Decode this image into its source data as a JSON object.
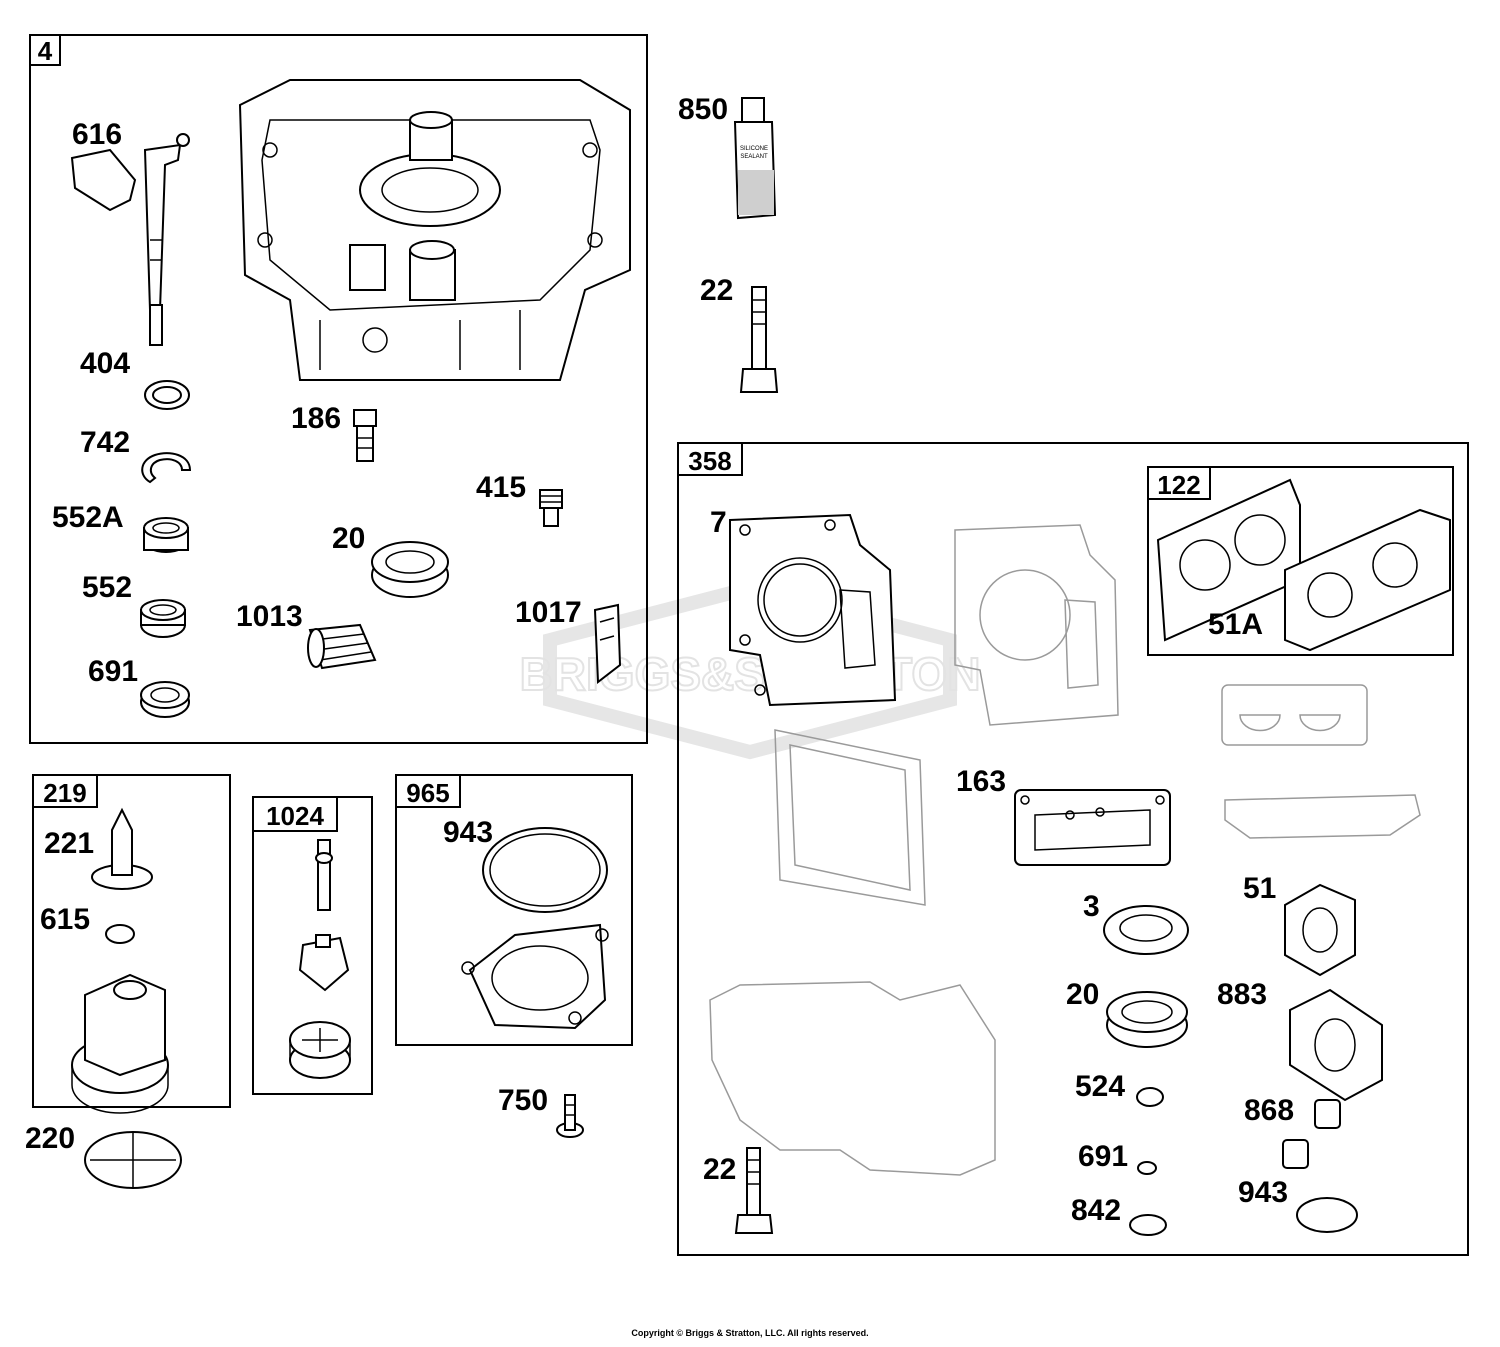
{
  "watermark": {
    "text": "BRIGGS&STRATTON"
  },
  "copyright": "Copyright © Briggs & Stratton, LLC. All rights reserved.",
  "kits": [
    {
      "id": "k4",
      "label": "4"
    },
    {
      "id": "k850",
      "label": "850"
    },
    {
      "id": "k358",
      "label": "358"
    },
    {
      "id": "k122",
      "label": "122"
    },
    {
      "id": "k219",
      "label": "219"
    },
    {
      "id": "k1024",
      "label": "1024"
    },
    {
      "id": "k965",
      "label": "965"
    }
  ],
  "callouts": [
    {
      "id": "c616",
      "label": "616"
    },
    {
      "id": "c404",
      "label": "404"
    },
    {
      "id": "c742",
      "label": "742"
    },
    {
      "id": "c552a",
      "label": "552A"
    },
    {
      "id": "c552",
      "label": "552"
    },
    {
      "id": "c691a",
      "label": "691"
    },
    {
      "id": "c186",
      "label": "186"
    },
    {
      "id": "c415",
      "label": "415"
    },
    {
      "id": "c20a",
      "label": "20"
    },
    {
      "id": "c1013",
      "label": "1013"
    },
    {
      "id": "c1017",
      "label": "1017"
    },
    {
      "id": "c850",
      "label": "850"
    },
    {
      "id": "c22a",
      "label": "22"
    },
    {
      "id": "c7",
      "label": "7"
    },
    {
      "id": "c51a",
      "label": "51A"
    },
    {
      "id": "c163",
      "label": "163"
    },
    {
      "id": "c3",
      "label": "3"
    },
    {
      "id": "c51",
      "label": "51"
    },
    {
      "id": "c20b",
      "label": "20"
    },
    {
      "id": "c883",
      "label": "883"
    },
    {
      "id": "c524",
      "label": "524"
    },
    {
      "id": "c868",
      "label": "868"
    },
    {
      "id": "c691b",
      "label": "691"
    },
    {
      "id": "c943b",
      "label": "943"
    },
    {
      "id": "c842",
      "label": "842"
    },
    {
      "id": "c22b",
      "label": "22"
    },
    {
      "id": "c221",
      "label": "221"
    },
    {
      "id": "c615",
      "label": "615"
    },
    {
      "id": "c220",
      "label": "220"
    },
    {
      "id": "c943a",
      "label": "943"
    },
    {
      "id": "c750",
      "label": "750"
    }
  ]
}
